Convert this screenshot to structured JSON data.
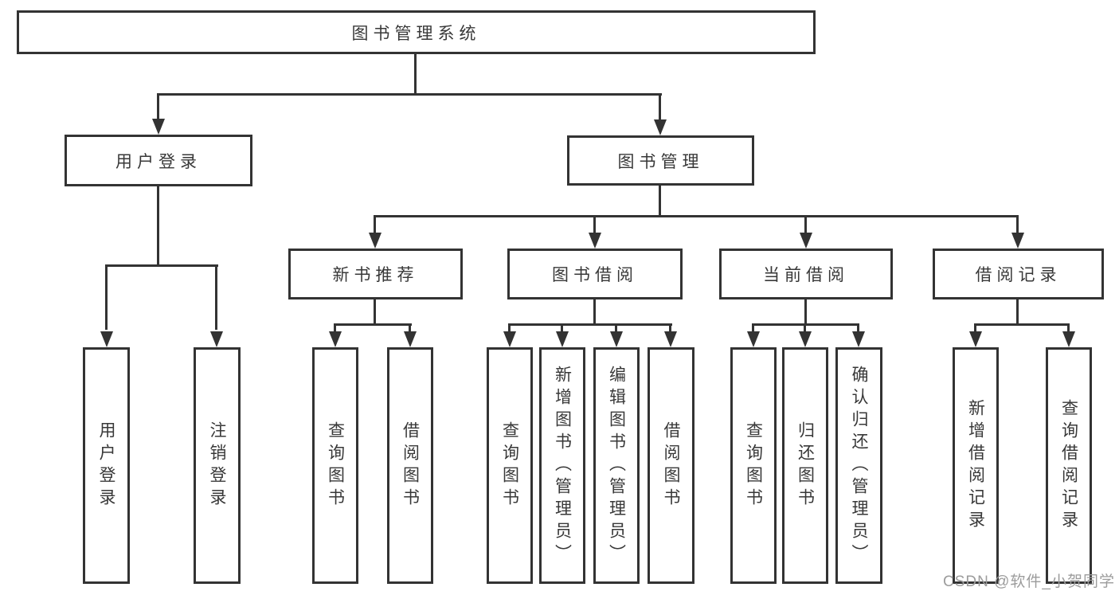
{
  "diagram": {
    "root": "图书管理系统",
    "level1": {
      "user_login": "用户登录",
      "book_mgmt": "图书管理"
    },
    "level2": {
      "new_book": "新书推荐",
      "book_borrow": "图书借阅",
      "current_borrow": "当前借阅",
      "borrow_record": "借阅记录"
    },
    "leaves": {
      "user_login": [
        "用户登录",
        "注销登录"
      ],
      "new_book": [
        "查询图书",
        "借阅图书"
      ],
      "book_borrow": [
        "查询图书",
        "新增图书（管理员）",
        "编辑图书（管理员）",
        "借阅图书"
      ],
      "current_borrow": [
        "查询图书",
        "归还图书",
        "确认归还（管理员）"
      ],
      "borrow_record": [
        "新增借阅记录",
        "查询借阅记录"
      ]
    }
  },
  "watermark": "CSDN @软件_小贺同学",
  "colors": {
    "line": "#333333",
    "text": "#383838",
    "watermark": "#9c9c9c",
    "background": "#ffffff"
  }
}
